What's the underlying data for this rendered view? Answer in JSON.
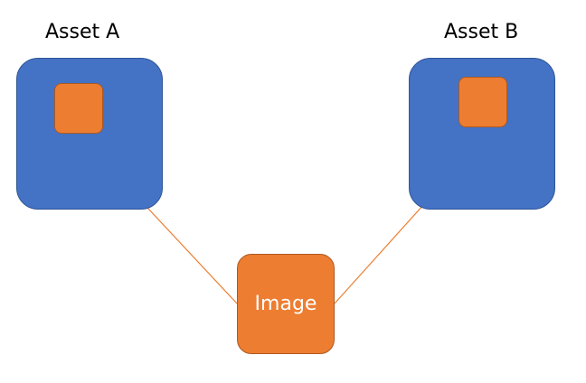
{
  "assets": [
    {
      "title": "Asset A"
    },
    {
      "title": "Asset B"
    }
  ],
  "image": {
    "label": "Image"
  },
  "colors": {
    "asset_fill": "#4472c4",
    "orange_fill": "#ed7d31",
    "arrow": "#ed7d31"
  }
}
